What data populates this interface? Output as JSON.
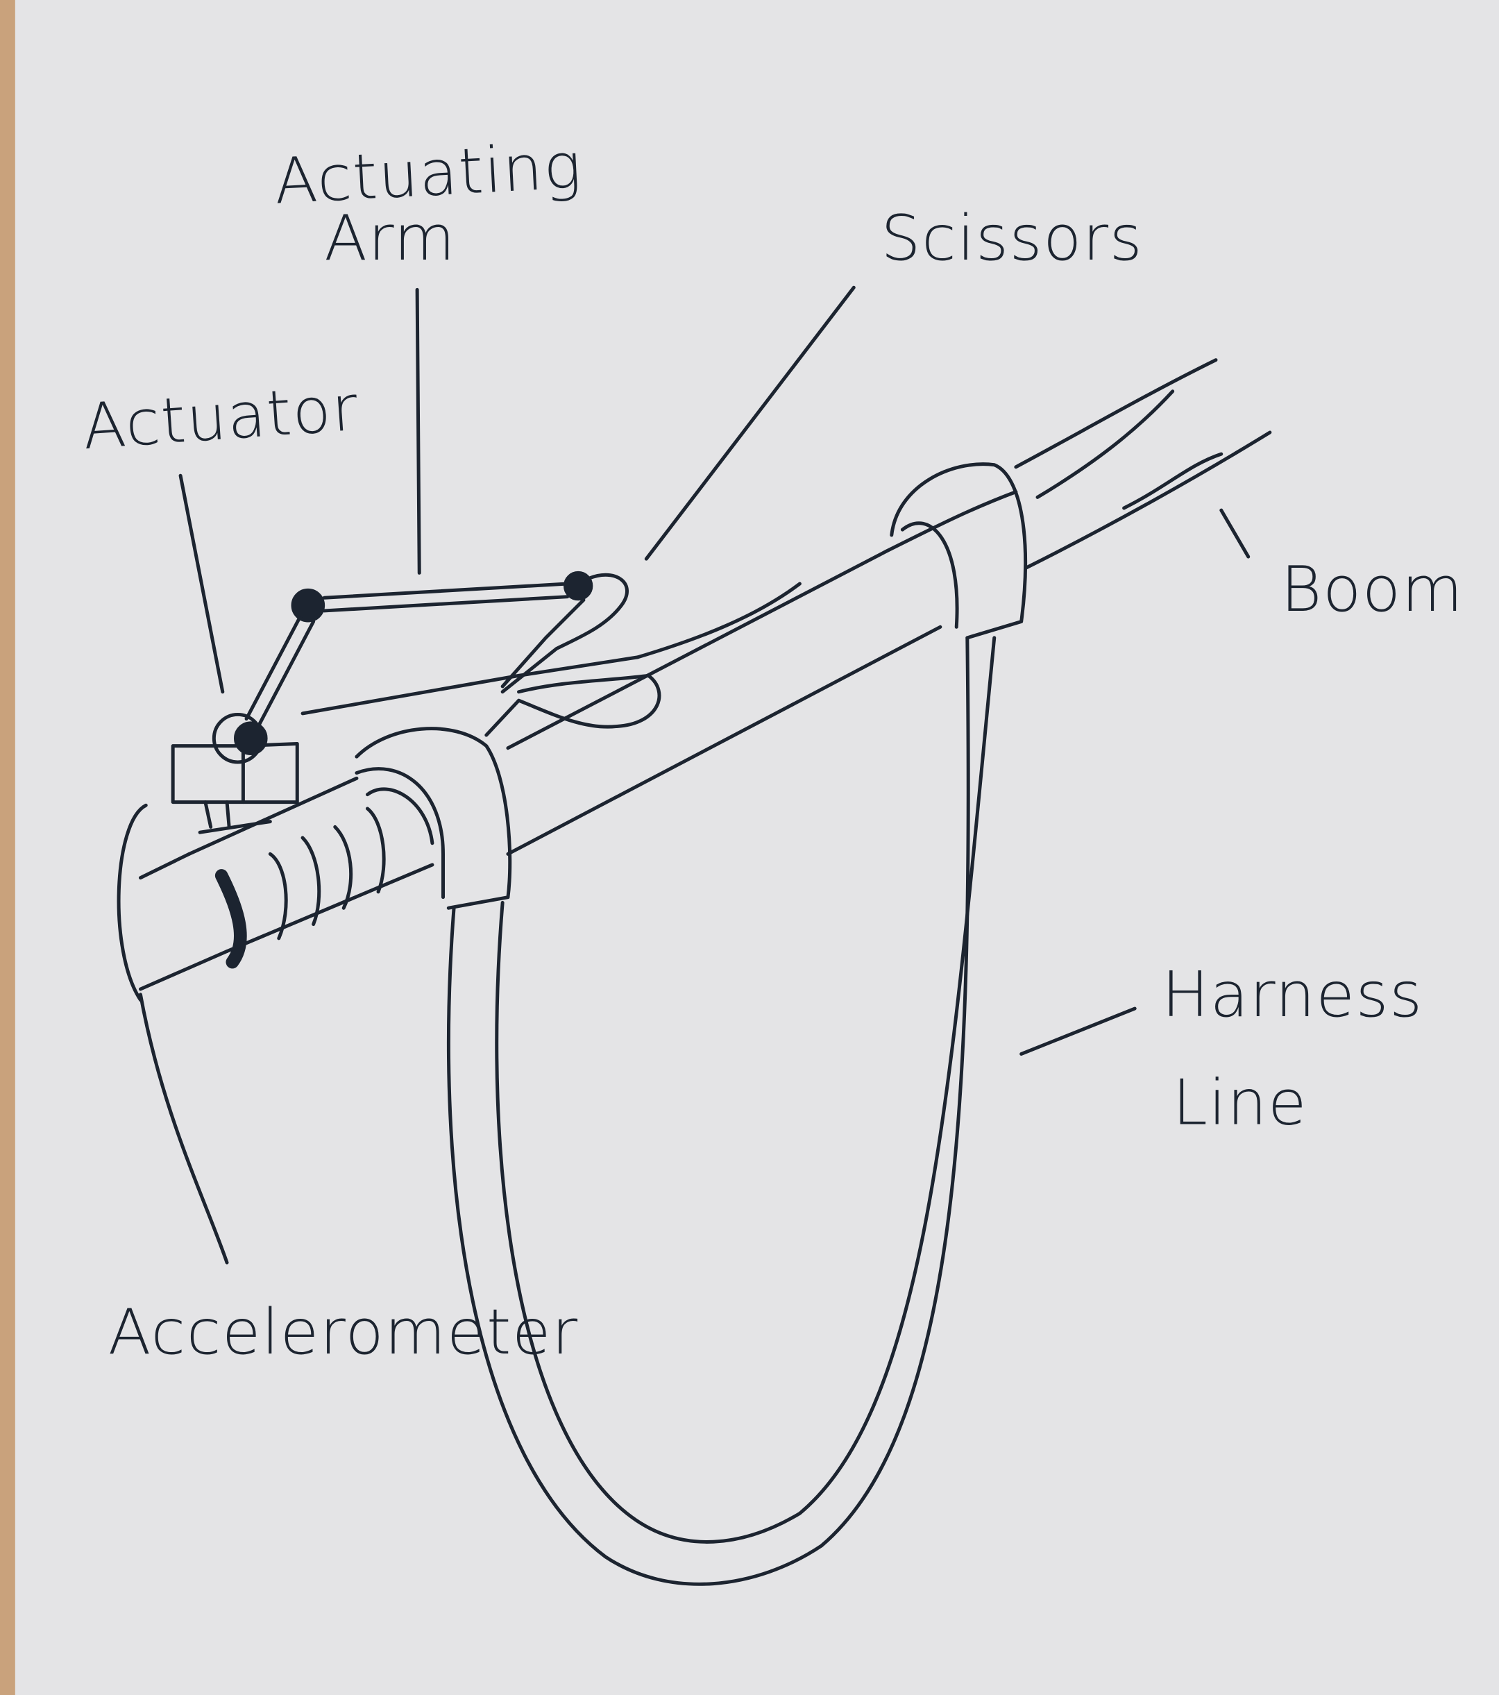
{
  "diagram": {
    "labels": {
      "actuating_arm_line1": "Actuating",
      "actuating_arm_line2": "Arm",
      "scissors": "Scissors",
      "actuator": "Actuator",
      "boom": "Boom",
      "harness_line1": "Harness",
      "harness_line2": "Line",
      "accelerometer": "Accelerometer"
    },
    "colors": {
      "paper": "#e4e4e6",
      "ink": "#1c2430",
      "table_edge": "#c9a27c"
    }
  }
}
